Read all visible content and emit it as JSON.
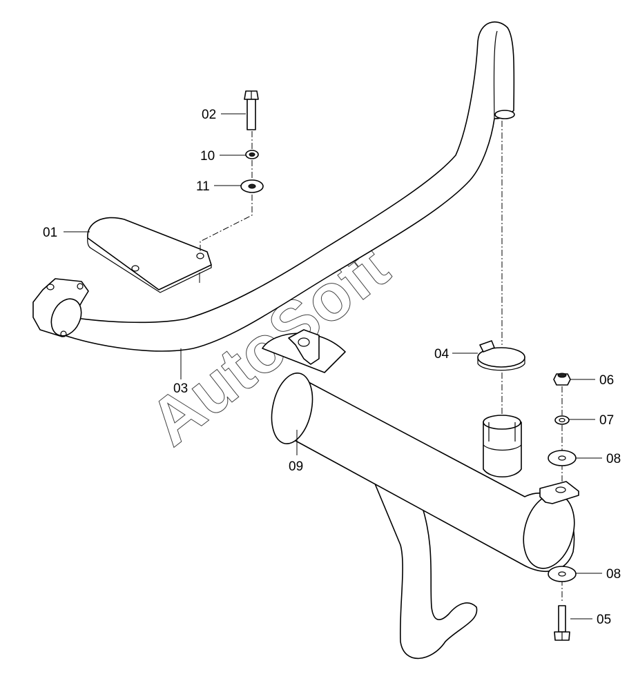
{
  "callouts": {
    "c01": "01",
    "c02": "02",
    "c03": "03",
    "c04": "04",
    "c05": "05",
    "c06": "06",
    "c07": "07",
    "c08a": "08",
    "c08b": "08",
    "c09": "09",
    "c10": "10",
    "c11": "11"
  },
  "watermark": "AutoSoft",
  "colors": {
    "line": "#000000",
    "background": "#ffffff"
  }
}
